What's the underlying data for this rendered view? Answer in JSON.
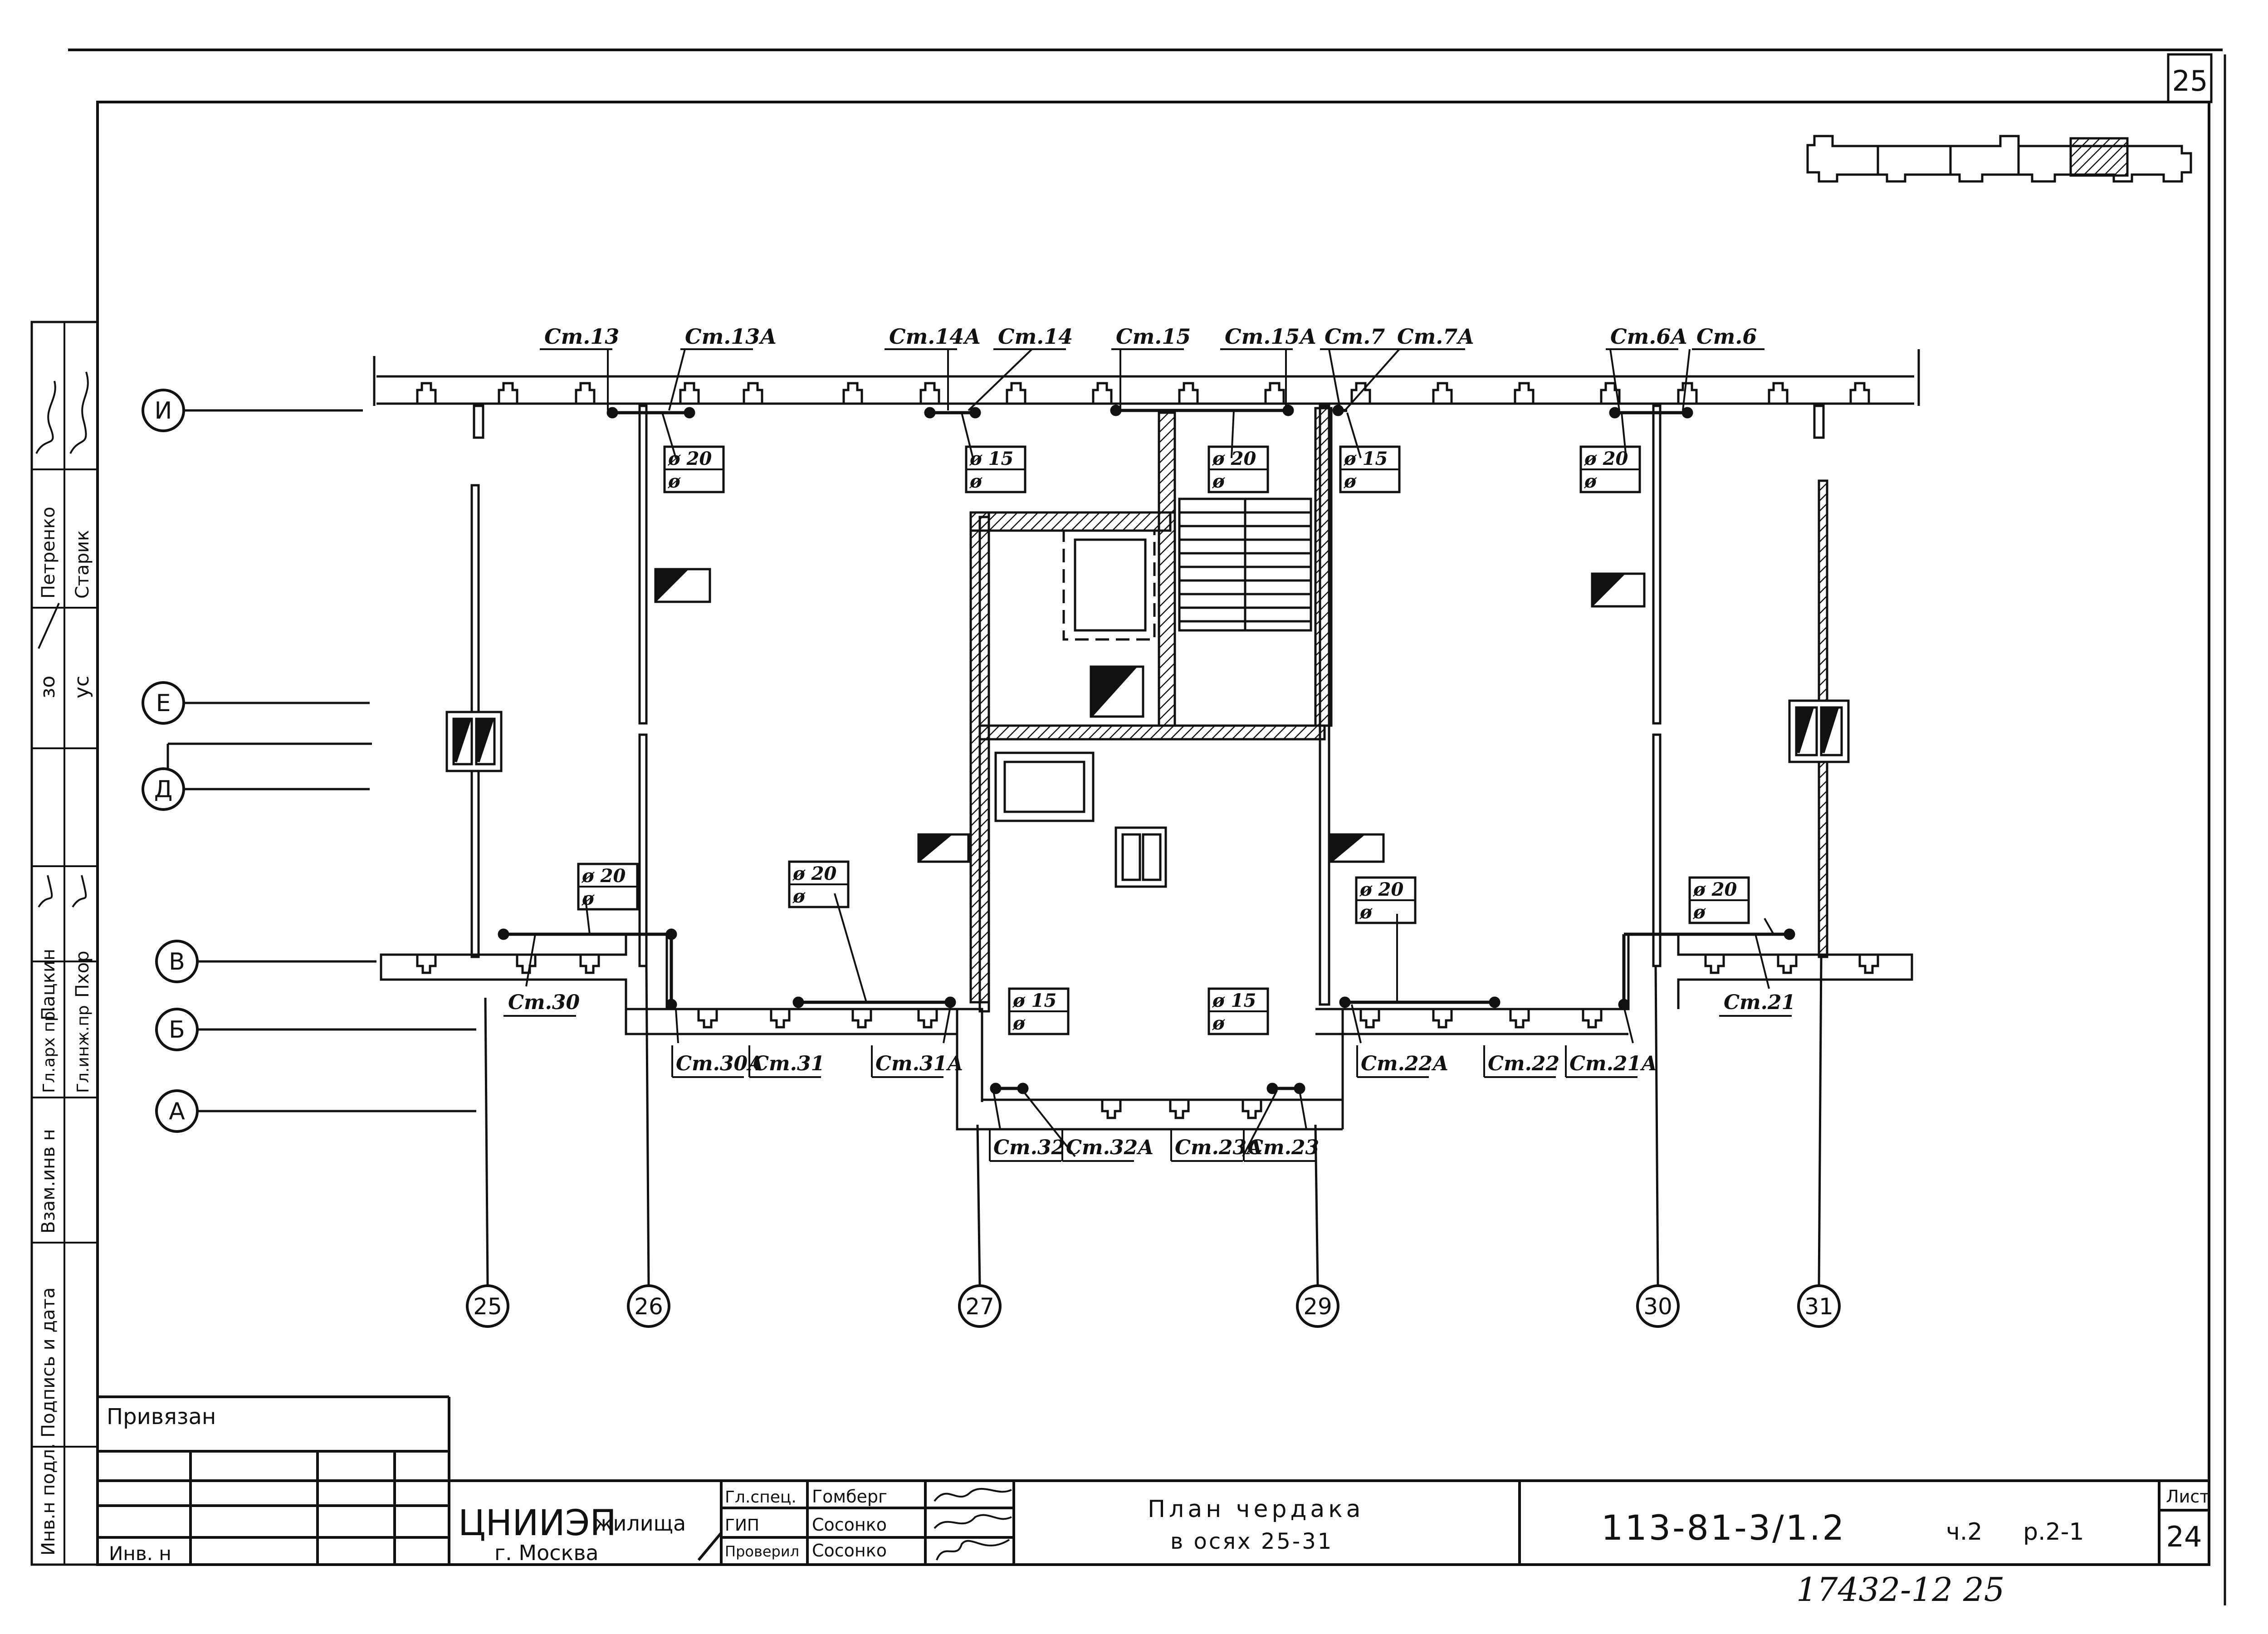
{
  "sheet_number_top": "25",
  "axes_rows": [
    "И",
    "Е",
    "Д",
    "В",
    "Б",
    "А"
  ],
  "axes_cols": [
    "25",
    "26",
    "27",
    "29",
    "30",
    "31"
  ],
  "risers_top": [
    "Ст.13",
    "Ст.13А",
    "Ст.14А",
    "Ст.14",
    "Ст.15",
    "Ст.15А",
    "Ст.7",
    "Ст.7А",
    "Ст.6А",
    "Ст.6"
  ],
  "risers_bottom": [
    "Ст.30",
    "Ст.30А",
    "Ст.31",
    "Ст.31А",
    "Ст.32",
    "Ст.32А",
    "Ст.23А",
    "Ст.23",
    "Ст.22А",
    "Ст.22",
    "Ст.21А",
    "Ст.21"
  ],
  "diameters": [
    "ø 20",
    "ø",
    "ø 15",
    "ø",
    "ø 20",
    "ø",
    "ø 15",
    "ø",
    "ø 20",
    "ø",
    "ø 20",
    "ø",
    "ø 20",
    "ø",
    "ø 20",
    "ø",
    "ø 20",
    "ø",
    "ø 15",
    "ø",
    "ø 15",
    "ø"
  ],
  "sidebar": {
    "inv_podl": "Инв.н подл.",
    "podpis_data": "Подпись и дата",
    "vzam_inv": "Взам.инв н",
    "gl_arh": "Гл.арх пр.",
    "gl_inzh": "Гл.инж.пр",
    "patskin": "Пацкин",
    "pkhor": "Пхор",
    "zo": "зо",
    "us": "ус",
    "petrenko": "Петренко",
    "starik": "Старик"
  },
  "title_block": {
    "privyazan": "Привязан",
    "inv_n": "Инв. н",
    "org": "ЦНИИЭП",
    "org_sub": "жилища",
    "city": "г. Москва",
    "roles": [
      "Гл.спец.",
      "ГИП",
      "Проверил"
    ],
    "names": [
      "Гомберг",
      "Сосонко",
      "Сосонко"
    ],
    "title_line1": "План чердака",
    "title_line2": "в осях 25-31",
    "code": "113-81-3/1.2",
    "part": "ч.2",
    "section": "р.2-1",
    "sheet_label": "Лист",
    "sheet_value": "24",
    "stamp": "17432-12 25"
  }
}
